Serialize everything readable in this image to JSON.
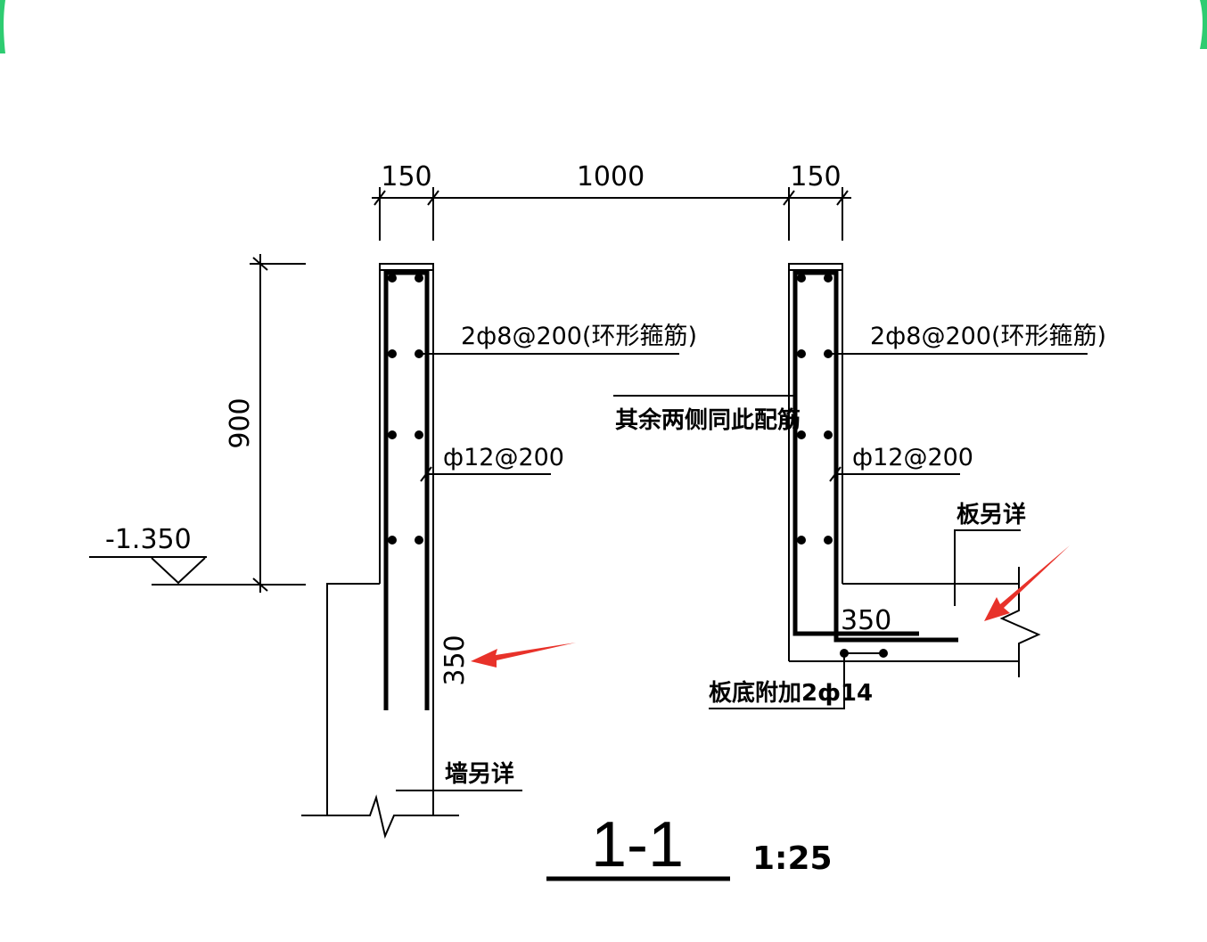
{
  "drawing": {
    "title": "1-1",
    "scale": "1:25",
    "dimensions": {
      "left_wall_width": "150",
      "opening_width": "1000",
      "right_wall_width": "150",
      "wall_height": "900",
      "left_embed": "350",
      "right_embed": "350"
    },
    "elevation": "-1.350",
    "left_section": {
      "stirrup_label": "2ф8@200(环形箍筋)",
      "vertical_bar_label": "ф12@200",
      "wall_note": "墙另详"
    },
    "right_section": {
      "stirrup_label": "2ф8@200(环形箍筋)",
      "other_sides_note": "其余两侧同此配筋",
      "vertical_bar_label": "ф12@200",
      "slab_note": "板另详",
      "slab_bottom_bar": "板底附加2ф14"
    }
  },
  "colors": {
    "line": "#000000",
    "arrow": "#e8322a",
    "corner_accent": "#2ecc71"
  }
}
